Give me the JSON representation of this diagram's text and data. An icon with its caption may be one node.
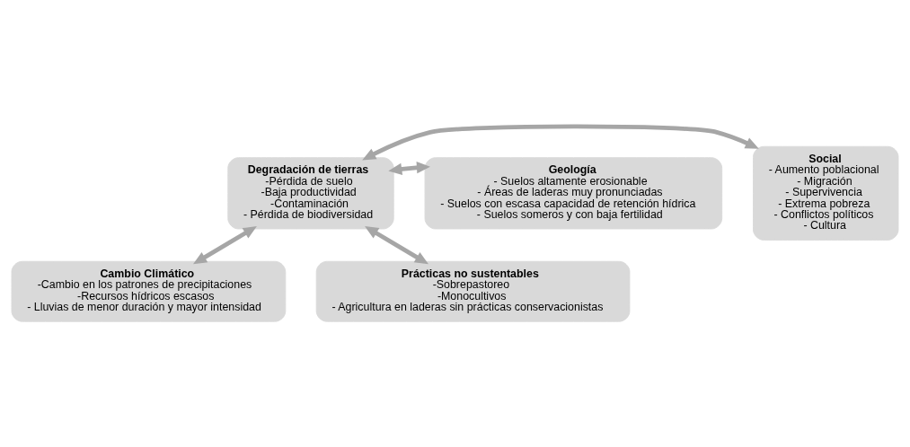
{
  "diagram": {
    "nodes": [
      {
        "text": [
          "Cambio Climático",
          "-Cambio en los patrones de precipitaciones",
          "-Recursos hídricos escasos",
          "- Lluvias de menor duración y mayor intensidad"
        ]
      },
      {
        "text": [
          "Social",
          "- Aumento poblacional",
          "- Migración",
          "- Supervivencia",
          "- Extrema pobreza",
          "- Conflictos políticos",
          "- Cultura"
        ]
      },
      {
        "text": [
          "Degradación de tierras",
          "-Pérdida de suelo",
          "-Baja productividad",
          "-Contaminación",
          "- Pérdida de biodiversidad"
        ]
      },
      {
        "text": [
          "Geología",
          "- Suelos altamente erosionable",
          "- Áreas de laderas muy pronunciadas",
          "- Suelos con escasa capacidad de retención hídrica",
          "- Suelos someros y con baja fertilidad"
        ]
      },
      {
        "text": [
          "Prácticas no sustentables",
          "-Sobrepastoreo",
          "-Monocultivos",
          "- Agricultura en laderas sin prácticas conservacionistas"
        ]
      }
    ],
    "edges": [
      {
        "from": 2,
        "to": 0,
        "arrow": "both"
      },
      {
        "from": 2,
        "to": 1,
        "arrow": "both"
      },
      {
        "from": 2,
        "to": 3,
        "arrow": "both"
      },
      {
        "from": 2,
        "to": 4,
        "arrow": "both"
      }
    ]
  }
}
